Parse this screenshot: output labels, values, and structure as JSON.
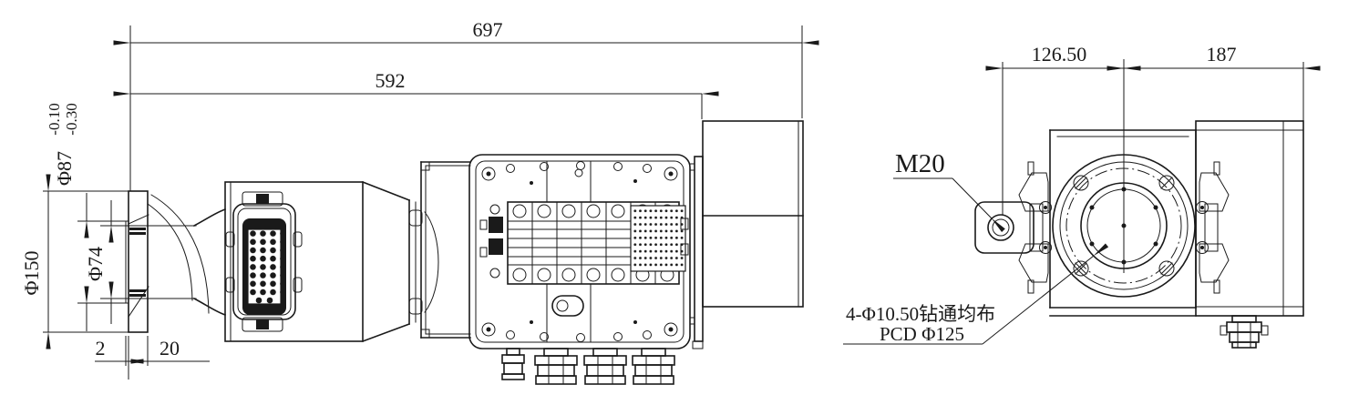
{
  "drawing": {
    "background": "#ffffff",
    "line_color": "#1a1a1a",
    "dims": {
      "overall": "697",
      "body": "592",
      "d150": "Φ150",
      "d87": "Φ87",
      "d87_tol_up": "-0.10",
      "d87_tol_low": "-0.30",
      "d74": "Φ74",
      "t2": "2",
      "t20": "20",
      "left_offset": "126.50",
      "right_offset": "187",
      "thread": "M20",
      "hole_note_line1": "4-Φ10.50钻通均布",
      "hole_note_line2": "PCD Φ125"
    }
  }
}
